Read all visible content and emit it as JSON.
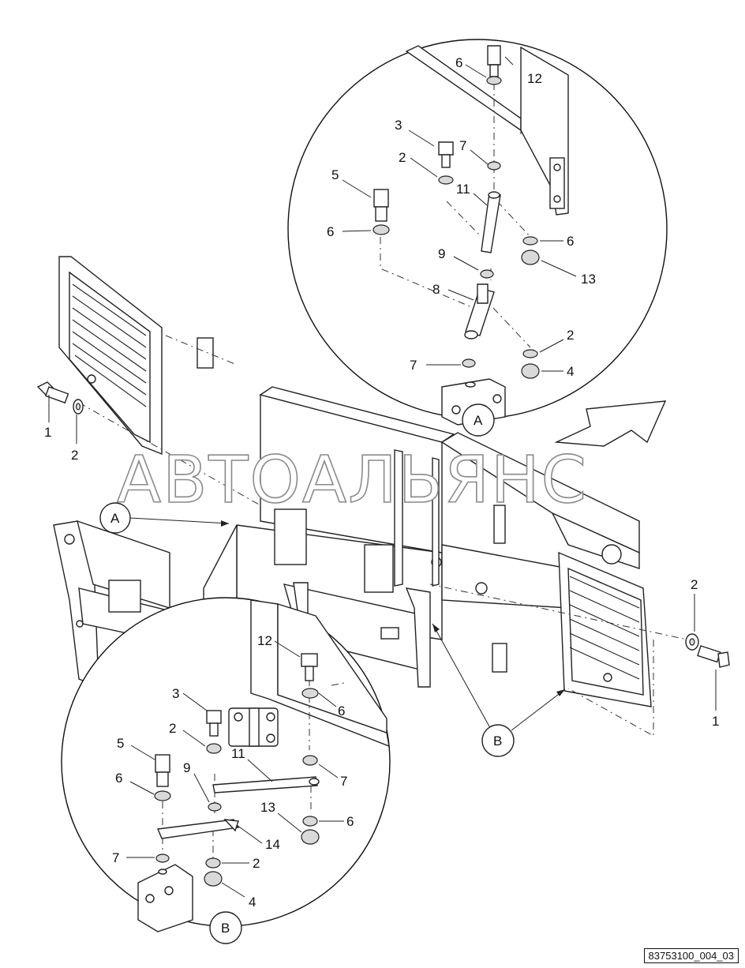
{
  "watermark": "АВТОАЛЬЯНС",
  "reference_code": "83753100_004_03",
  "detail_views": {
    "a": "A",
    "b": "B"
  },
  "callouts_a": {
    "p12": "12",
    "p6a": "6",
    "p3": "3",
    "p7a": "7",
    "p2a": "2",
    "p5": "5",
    "p11": "11",
    "p6b": "6",
    "p6c": "6",
    "p9": "9",
    "p13": "13",
    "p8": "8",
    "p2b": "2",
    "p7b": "7",
    "p4": "4"
  },
  "callouts_main": {
    "l1": "1",
    "l2": "2",
    "r2": "2",
    "r1": "1"
  },
  "callouts_b": {
    "p12": "12",
    "p3": "3",
    "p6a": "6",
    "p2a": "2",
    "p11": "11",
    "p5": "5",
    "p9": "9",
    "p7a": "7",
    "p6b": "6",
    "p13": "13",
    "p6c": "6",
    "p14": "14",
    "p7b": "7",
    "p2b": "2",
    "p4": "4"
  }
}
